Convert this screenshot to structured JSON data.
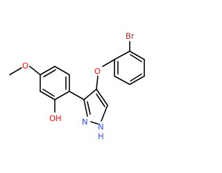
{
  "colors": {
    "bond": "#000000",
    "carbon": "#000000",
    "oxygen": "#ff0d0d",
    "nitrogen": "#3050f8",
    "bromine": "#a62929",
    "background": "#ffffff"
  },
  "atoms": {
    "br": {
      "text": "Br",
      "element": "Br"
    },
    "o_ether": {
      "text": "O",
      "element": "O"
    },
    "o_methoxy": {
      "text": "O",
      "element": "O"
    },
    "oh": {
      "text": "OH",
      "element": "O"
    },
    "n_ring": {
      "text": "N",
      "element": "N"
    },
    "nh": {
      "text": "N",
      "element": "N"
    },
    "nh_h": {
      "text": "H",
      "element": "N"
    }
  }
}
